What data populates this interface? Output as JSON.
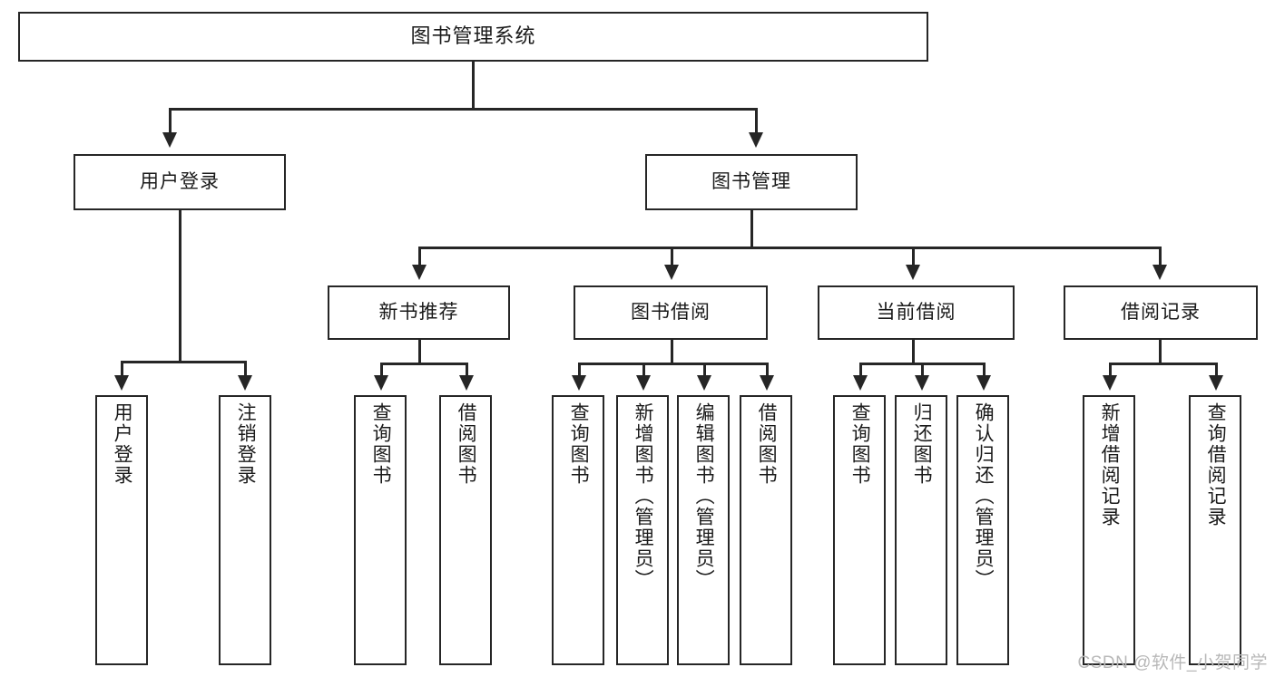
{
  "diagram": {
    "type": "tree",
    "title": "图书管理系统",
    "root": {
      "id": "root",
      "label": "图书管理系统"
    },
    "level1": [
      {
        "id": "user-login",
        "label": "用户登录"
      },
      {
        "id": "book-manage",
        "label": "图书管理"
      }
    ],
    "level2": [
      {
        "id": "new-book-recommend",
        "label": "新书推荐",
        "parent": "book-manage"
      },
      {
        "id": "book-borrow",
        "label": "图书借阅",
        "parent": "book-manage"
      },
      {
        "id": "current-borrow",
        "label": "当前借阅",
        "parent": "book-manage"
      },
      {
        "id": "borrow-record",
        "label": "借阅记录",
        "parent": "book-manage"
      }
    ],
    "leaves": [
      {
        "id": "leaf-user-login",
        "label": "用户登录",
        "parent": "user-login"
      },
      {
        "id": "leaf-user-logout",
        "label": "注销登录",
        "parent": "user-login"
      },
      {
        "id": "leaf-query-book-1",
        "label": "查询图书",
        "parent": "new-book-recommend"
      },
      {
        "id": "leaf-borrow-book-1",
        "label": "借阅图书",
        "parent": "new-book-recommend"
      },
      {
        "id": "leaf-query-book-2",
        "label": "查询图书",
        "parent": "book-borrow"
      },
      {
        "id": "leaf-add-book",
        "label": "新增图书（管理员）",
        "parent": "book-borrow"
      },
      {
        "id": "leaf-edit-book",
        "label": "编辑图书（管理员）",
        "parent": "book-borrow"
      },
      {
        "id": "leaf-borrow-book-2",
        "label": "借阅图书",
        "parent": "book-borrow"
      },
      {
        "id": "leaf-query-book-3",
        "label": "查询图书",
        "parent": "current-borrow"
      },
      {
        "id": "leaf-return-book",
        "label": "归还图书",
        "parent": "current-borrow"
      },
      {
        "id": "leaf-confirm-return",
        "label": "确认归还（管理员）",
        "parent": "current-borrow"
      },
      {
        "id": "leaf-add-record",
        "label": "新增借阅记录",
        "parent": "borrow-record"
      },
      {
        "id": "leaf-query-record",
        "label": "查询借阅记录",
        "parent": "borrow-record"
      }
    ],
    "colors": {
      "stroke": "#262626",
      "fill": "#ffffff",
      "text": "#1a1a1a",
      "watermark": "#b8b8b8"
    }
  },
  "watermark": {
    "text": "CSDN @软件_小贺同学"
  }
}
